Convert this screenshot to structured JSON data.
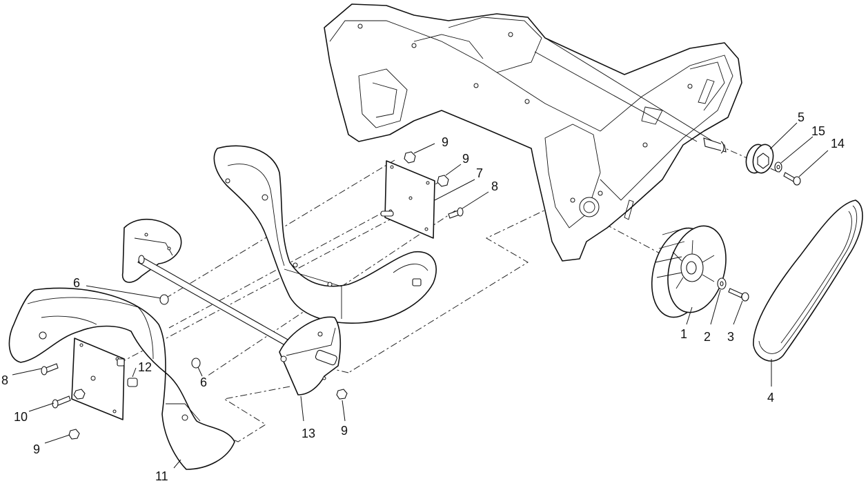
{
  "callouts": {
    "c1": "1",
    "c2": "2",
    "c3": "3",
    "c4": "4",
    "c5": "5",
    "c6a": "6",
    "c6b": "6",
    "c7": "7",
    "c8a": "8",
    "c8b": "8",
    "c9a": "9",
    "c9b": "9",
    "c9c": "9",
    "c9d": "9",
    "c10": "10",
    "c11": "11",
    "c12": "12",
    "c13": "13",
    "c14": "14",
    "c15": "15"
  }
}
